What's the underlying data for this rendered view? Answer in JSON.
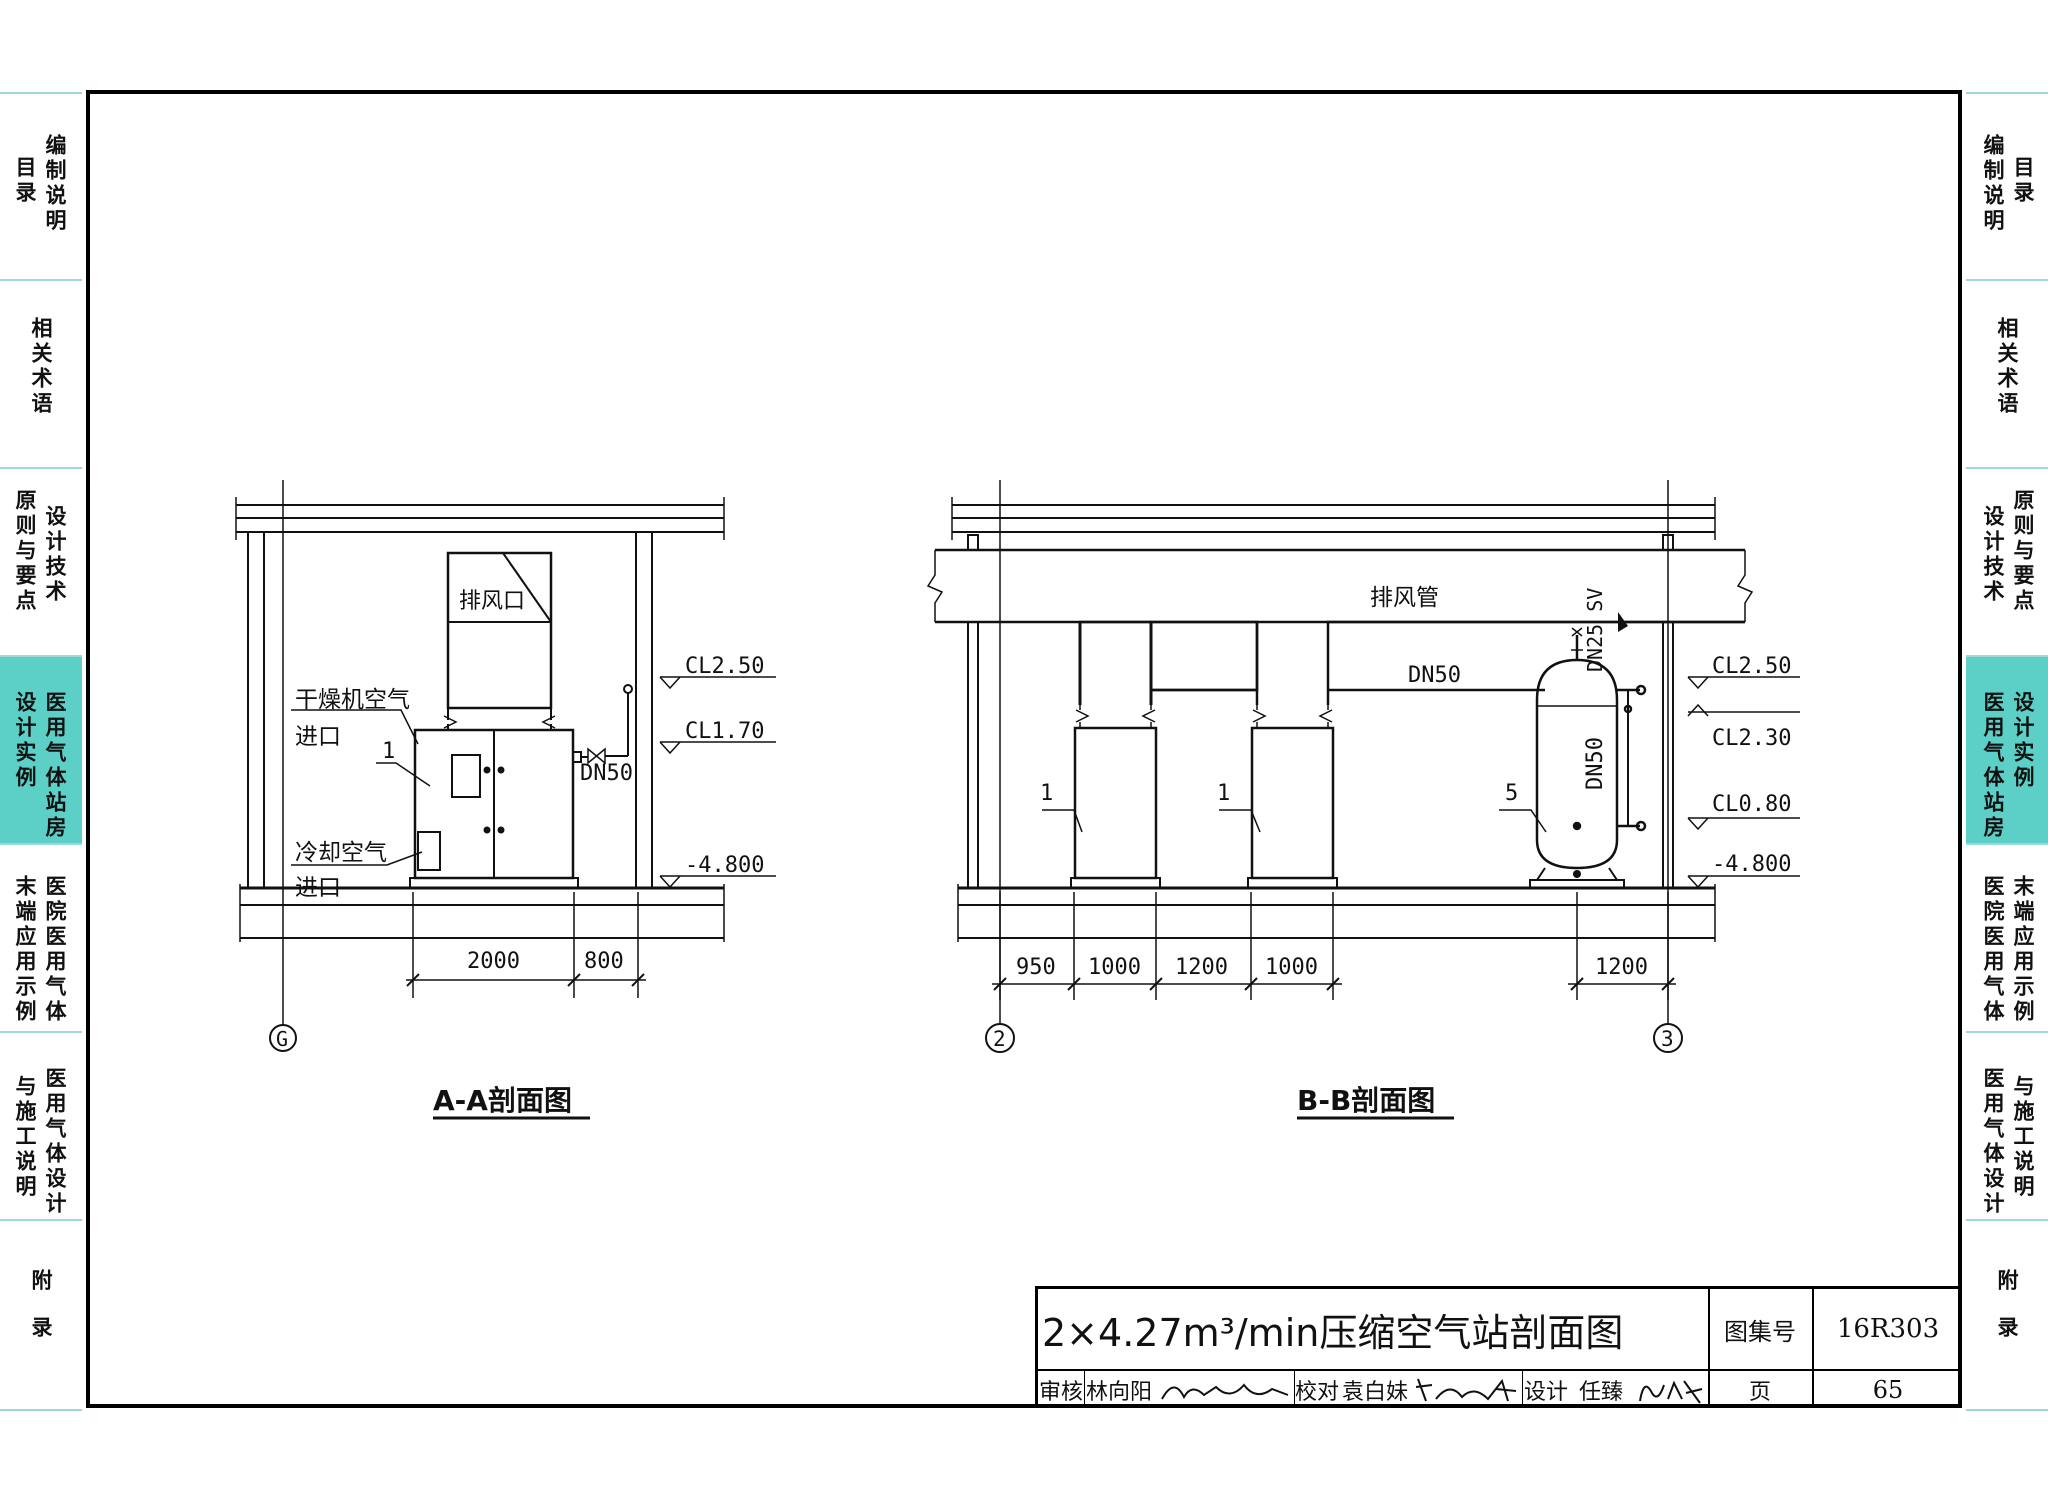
{
  "sidebar_left": [
    {
      "label": "编制说明",
      "label2": "目录",
      "active": false
    },
    {
      "label": "相关术语",
      "label2": "",
      "active": false
    },
    {
      "label": "设计技术",
      "label2": "原则与要点",
      "active": false
    },
    {
      "label": "医用气体站房",
      "label2": "设计实例",
      "active": true
    },
    {
      "label": "医院医用气体",
      "label2": "末端应用示例",
      "active": false
    },
    {
      "label": "医用气体设计",
      "label2": "与施工说明",
      "active": false
    },
    {
      "label": "附录",
      "label2": "",
      "active": false
    }
  ],
  "sidebar_right": [
    {
      "label": "编制说明",
      "label2": "目录",
      "active": false
    },
    {
      "label": "相关术语",
      "label2": "",
      "active": false
    },
    {
      "label": "设计技术",
      "label2": "原则与要点",
      "active": false
    },
    {
      "label": "医用气体站房",
      "label2": "设计实例",
      "active": true
    },
    {
      "label": "医院医用气体",
      "label2": "末端应用示例",
      "active": false
    },
    {
      "label": "医用气体设计",
      "label2": "与施工说明",
      "active": false
    },
    {
      "label": "附录",
      "label2": "",
      "active": false
    }
  ],
  "section_aa": {
    "title": "A-A剖面图",
    "exhaust_label": "排风口",
    "dryer_inlet_label_1": "干燥机空气",
    "dryer_inlet_label_2": "进口",
    "cooling_inlet_label_1": "冷却空气",
    "cooling_inlet_label_2": "进口",
    "item_number": "1",
    "pipe_label": "DN50",
    "elevations": [
      "CL2.50",
      "CL1.70",
      "-4.800"
    ],
    "dimensions": [
      "2000",
      "800"
    ],
    "axis": "G"
  },
  "section_bb": {
    "title": "B-B剖面图",
    "exhaust_pipe_label": "排风管",
    "pipe_label_h": "DN50",
    "pipe_label_v": "DN50",
    "safety_valve_label": "DN25 SV",
    "item_numbers": [
      "1",
      "1",
      "5"
    ],
    "elevations": [
      "CL2.50",
      "CL2.30",
      "CL0.80",
      "-4.800"
    ],
    "dimensions": [
      "950",
      "1000",
      "1200",
      "1000",
      "1200"
    ],
    "axes": [
      "2",
      "3"
    ]
  },
  "title_block": {
    "drawing_title": "2×4.27m³/min压缩空气站剖面图",
    "atlas_label": "图集号",
    "atlas_number": "16R303",
    "review_label": "审核",
    "reviewer": "林向阳",
    "check_label": "校对",
    "checker": "袁白妹",
    "design_label": "设计",
    "designer": "任臻",
    "page_label": "页",
    "page_number": "65"
  }
}
